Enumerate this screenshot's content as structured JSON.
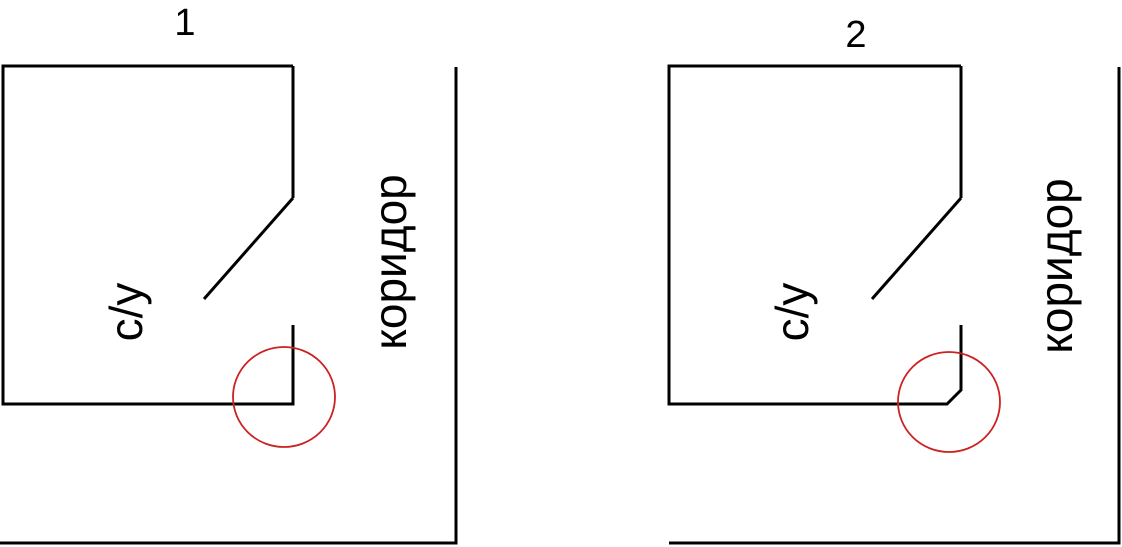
{
  "colors": {
    "line": "#000000",
    "highlight": "#cc2222",
    "background": "#ffffff"
  },
  "diagrams": [
    {
      "number": "1",
      "room_label": "с/у",
      "corridor_label": "коридор",
      "corner_style": "square"
    },
    {
      "number": "2",
      "room_label": "с/у",
      "corridor_label": "коридор",
      "corner_style": "chamfered"
    }
  ]
}
